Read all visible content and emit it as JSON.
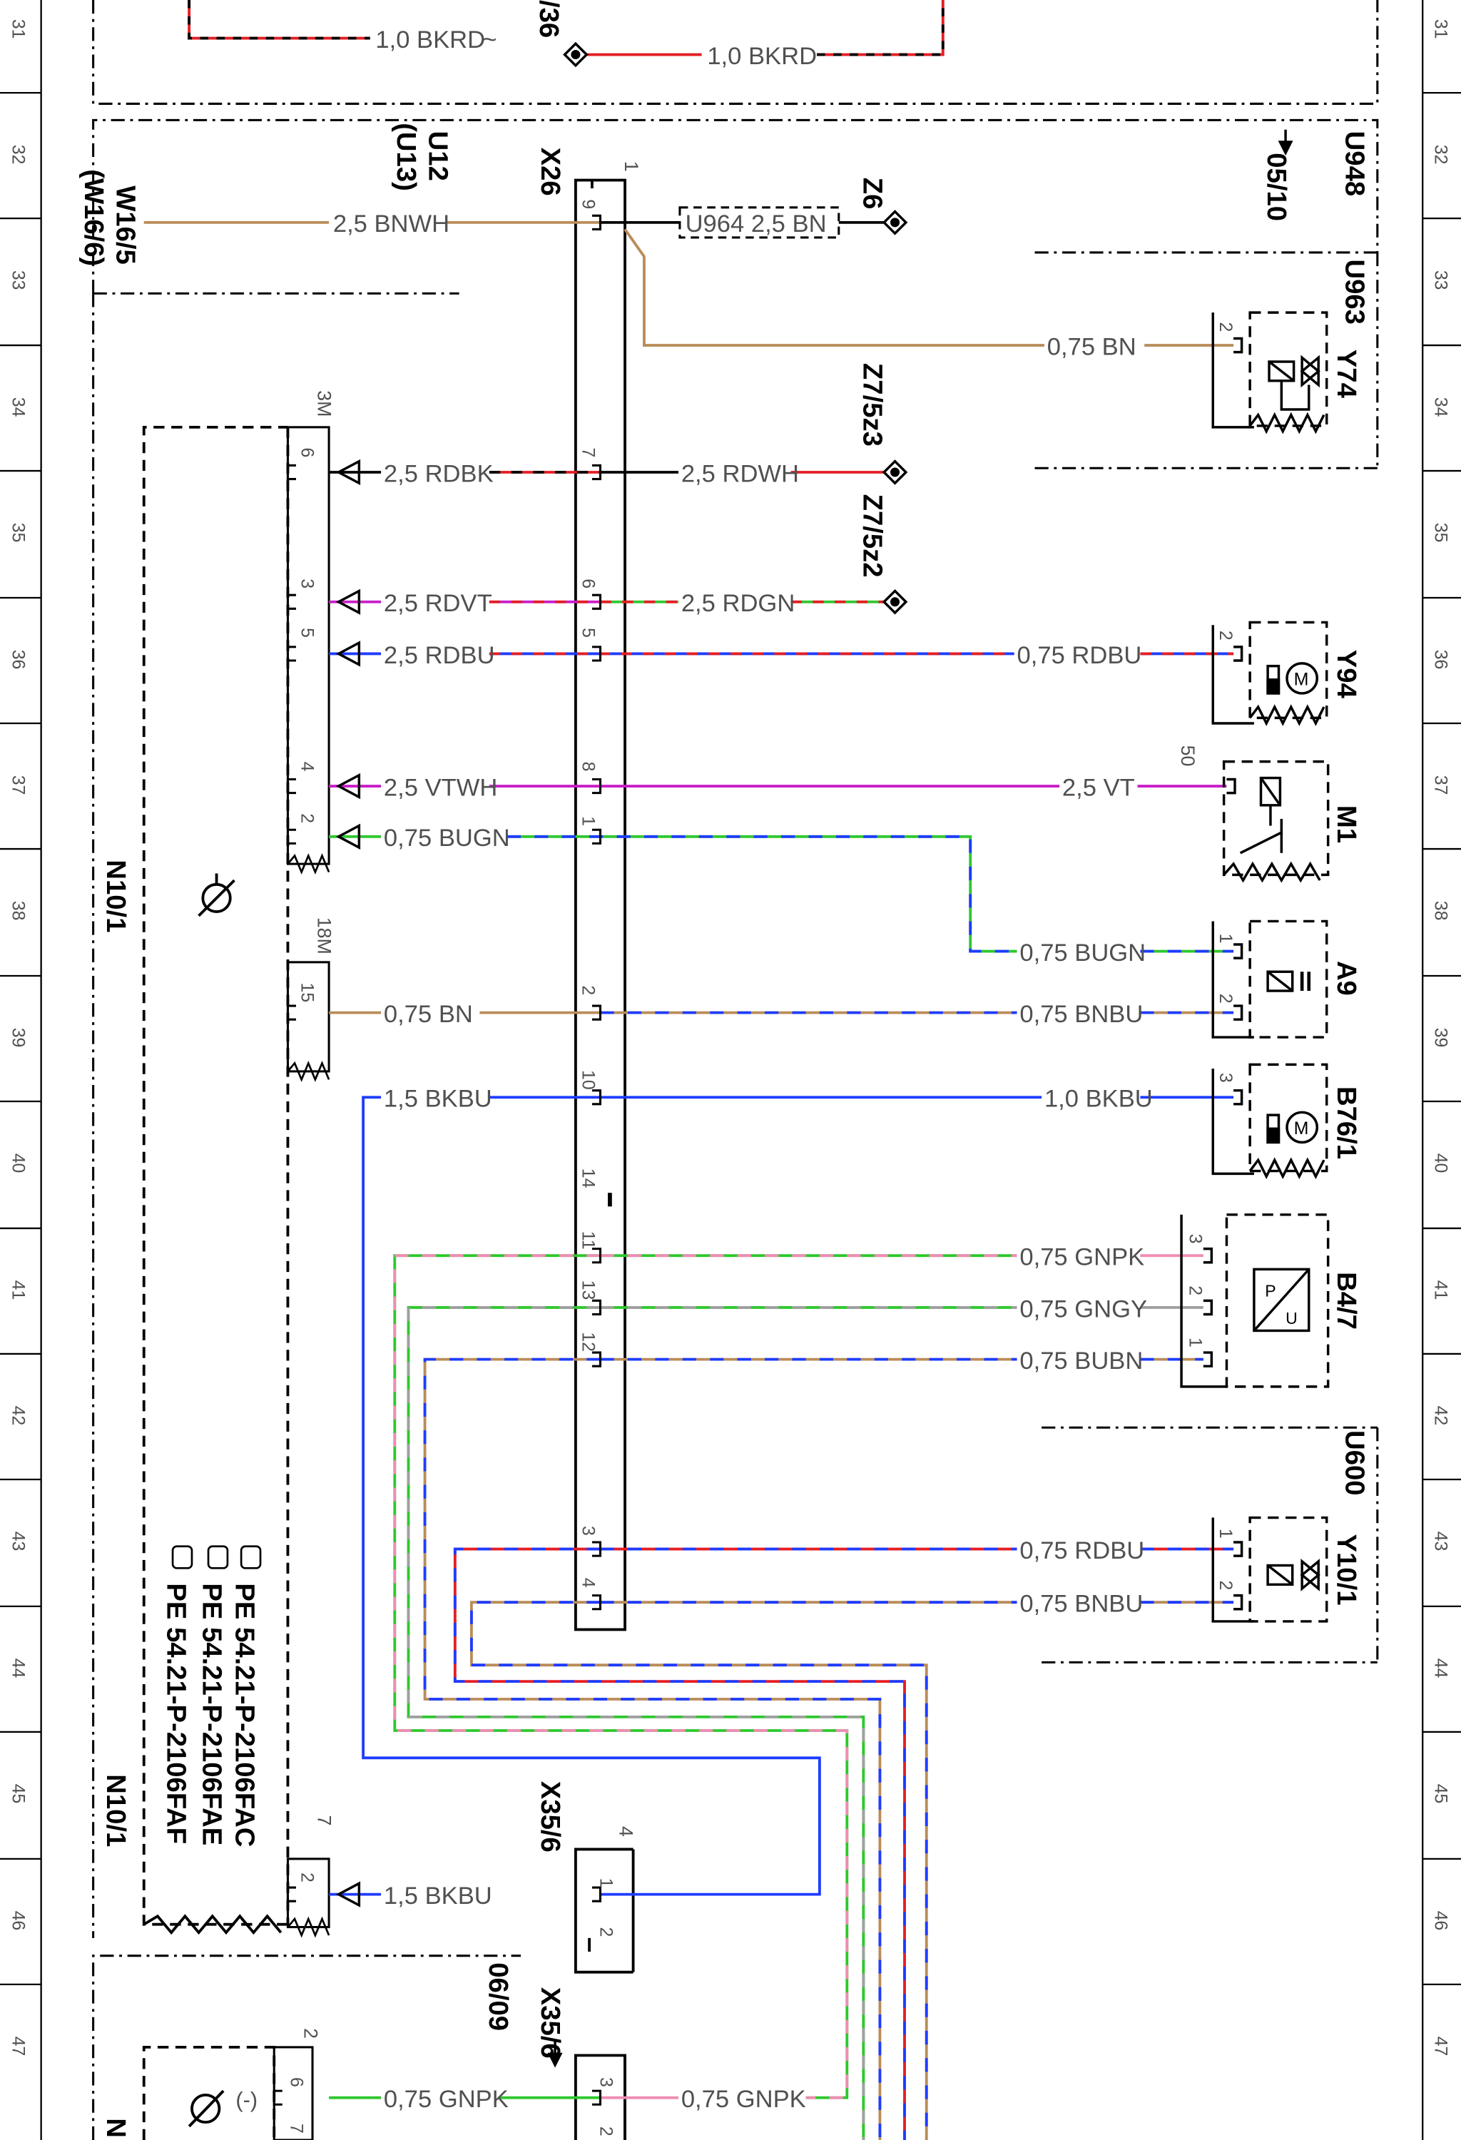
{
  "ruler": {
    "labels": [
      "31",
      "32",
      "33",
      "34",
      "35",
      "36",
      "37",
      "38",
      "39",
      "40",
      "41",
      "42",
      "43",
      "44",
      "45",
      "46",
      "47"
    ]
  },
  "labels": {
    "top_left_wire": "1,0 BKRD",
    "top_mid_conn": "/36",
    "top_mid_wire": "1,0 BKRD",
    "w16_5": "W16/5",
    "w16_6": "(W16/6)",
    "u12": "U12",
    "u13": "(U13)",
    "x26": "X26",
    "x26_pin1": "1",
    "bnwh": "2,5 BNWH",
    "u964_box": "U964 2,5 BN",
    "z6": "Z6",
    "u948": "U948",
    "ref_0510": "05/10",
    "u963": "U963",
    "y74": "Y74",
    "bn_075_y74": "0,75 BN",
    "n10_3m": "3M",
    "rdbk": "2,5 RDBK",
    "rdwh": "2,5 RDWH",
    "z7_5z3": "Z7/5z3",
    "z7_5z2": "Z7/5z2",
    "rdvt": "2,5 RDVT",
    "rdgn": "2,5 RDGN",
    "rdbu_25": "2,5 RDBU",
    "rdbu_075": "0,75 RDBU",
    "y94": "Y94",
    "vtwh": "2,5 VTWH",
    "vt": "2,5 VT",
    "m1": "M1",
    "m1_pin": "50",
    "bugn_left": "0,75 BUGN",
    "bugn_right": "0,75 BUGN",
    "n10_1": "N10/1",
    "a9": "A9",
    "n10_18m": "18M",
    "bn_075": "0,75 BN",
    "bnbu_a9": "0,75 BNBU",
    "bkbu_15": "1,5 BKBU",
    "bkbu_10": "1,0 BKBU",
    "b76_1": "B76/1",
    "gnpk": "0,75 GNPK",
    "gngy": "0,75 GNGY",
    "bubn": "0,75 BUBN",
    "b4_7": "B4/7",
    "u600": "U600",
    "rdbu_y10": "0,75 RDBU",
    "bnbu_y10": "0,75 BNBU",
    "y10_1": "Y10/1",
    "pe1": "PE 54.21-P-2106FAC",
    "pe2": "PE 54.21-P-2106FAE",
    "pe3": "PE 54.21-P-2106FAF",
    "n10_1_bottom": "N10/1",
    "x35_6_a": "X35/6",
    "x35_6_b": "X35/6",
    "ref_0609": "06/09",
    "n10_7": "7",
    "bkbu_15_bottom": "1,5 BKBU",
    "gnpk_bottom_left": "0,75 GNPK",
    "gnpk_bottom_right": "0,75 GNPK",
    "x35_pin4": "4",
    "n10_pin2": "2",
    "minus": "(-)",
    "n_bottom": "N",
    "bkrd_arrow": "~"
  },
  "pins": {
    "x26": [
      "9",
      "7",
      "6",
      "5",
      "8",
      "1",
      "2",
      "10",
      "14",
      "11",
      "13",
      "12",
      "3",
      "4"
    ],
    "n10_3m": [
      "6",
      "3",
      "5",
      "4",
      "2"
    ],
    "n10_18m": [
      "15"
    ],
    "y74": [
      "2"
    ],
    "y94": [
      "2"
    ],
    "a9": [
      "1",
      "2"
    ],
    "b76_1": [
      "3"
    ],
    "b4_7": [
      "3",
      "2",
      "1"
    ],
    "y10_1": [
      "1",
      "2"
    ],
    "n10_7": [
      "2"
    ],
    "x35_6": [
      "1",
      "2"
    ],
    "x35_6_b": [
      "3",
      "2"
    ],
    "n10_2": [
      "6",
      "7"
    ]
  },
  "colors": {
    "line": "#000000",
    "brown": "#b98c5a",
    "red": "#e31e24",
    "black": "#000000",
    "white": "#ffffff",
    "blue": "#1e3cff",
    "green": "#2ec82e",
    "violet": "#c81ec8",
    "pink": "#f08cb4",
    "grey": "#a0a0a0",
    "label": "#505050"
  }
}
